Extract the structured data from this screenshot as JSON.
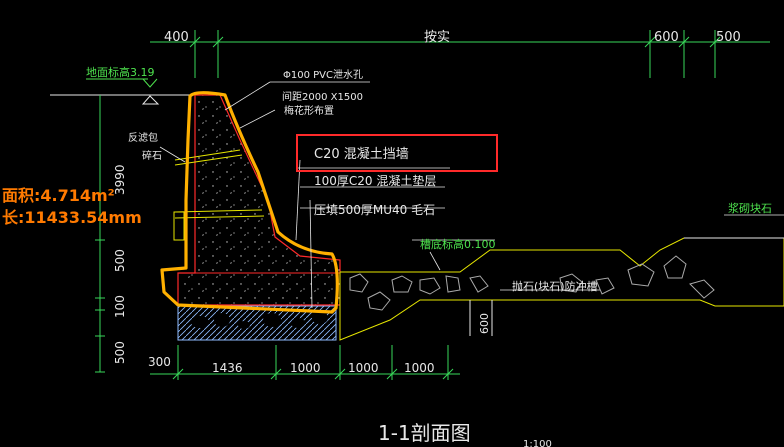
{
  "colors": {
    "background": "#000000",
    "dimension": "#39d85a",
    "text_white": "#e8e8e8",
    "text_green": "#4ee34e",
    "highlight_orange": "#ffb000",
    "highlight_red": "#ff2a2a",
    "area_text": "#ff7a00",
    "hatch_blue": "#8fbcff"
  },
  "top_dims": {
    "d1": "400",
    "d2": "按实",
    "d3": "600",
    "d4": "500"
  },
  "labels": {
    "ground_elev": "地面标高3.19",
    "pvc": "Φ100 PVC泄水孔",
    "pvc_spacing": "间距2000 X1500",
    "pvc_layout": "梅花形布置",
    "filter": "反滤包",
    "filter2": "碎石",
    "wall": "C20 混凝土挡墙",
    "cushion": "100厚C20 混凝土垫层",
    "stone": "压填500厚MU40 毛石",
    "trench_elev": "槽底标高0.100",
    "riprap": "抛石(块石)防冲槽",
    "slope": "浆砌块石",
    "section_title": "1-1剖面图",
    "scale": "1:100"
  },
  "area": {
    "area_line": "面积:4.714m²",
    "length_line": "长:11433.54mm"
  },
  "left_dims": {
    "h1": "3990",
    "h2": "500",
    "h3": "100",
    "h4": "500"
  },
  "right_dims": {
    "v1": "600"
  },
  "bottom_dims": {
    "b0": "300",
    "b1": "1436",
    "b2": "1000",
    "b3": "1000",
    "b4": "1000"
  }
}
